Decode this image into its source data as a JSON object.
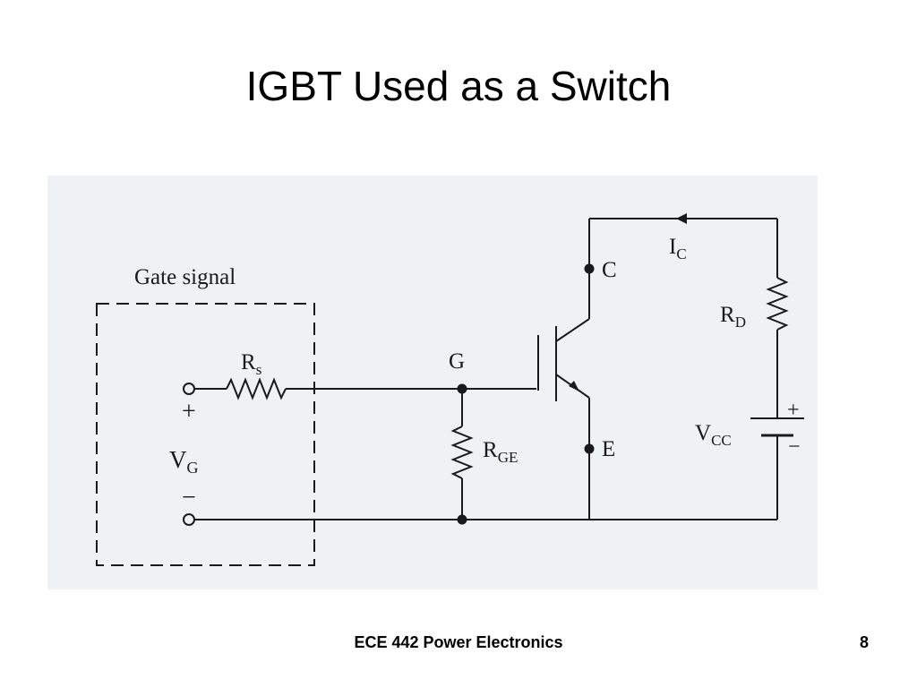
{
  "slide": {
    "title": "IGBT Used as a Switch",
    "footer": "ECE 442 Power Electronics",
    "page_number": "8"
  },
  "diagram": {
    "gate_box_label": "Gate signal",
    "rs": {
      "main": "R",
      "sub": "s"
    },
    "vg": {
      "main": "V",
      "sub": "G"
    },
    "rge": {
      "main": "R",
      "sub": "GE"
    },
    "rd": {
      "main": "R",
      "sub": "D"
    },
    "vcc": {
      "main": "V",
      "sub": "CC"
    },
    "ic": {
      "main": "I",
      "sub": "C"
    },
    "gate_terminal": "G",
    "collector_terminal": "C",
    "emitter_terminal": "E",
    "plus_sign": "+",
    "minus_sign": "−",
    "vcc_plus": "+",
    "vcc_minus": "−"
  },
  "colors": {
    "figure_background": "#eef2f4",
    "line_color": "#1a1a1a"
  }
}
